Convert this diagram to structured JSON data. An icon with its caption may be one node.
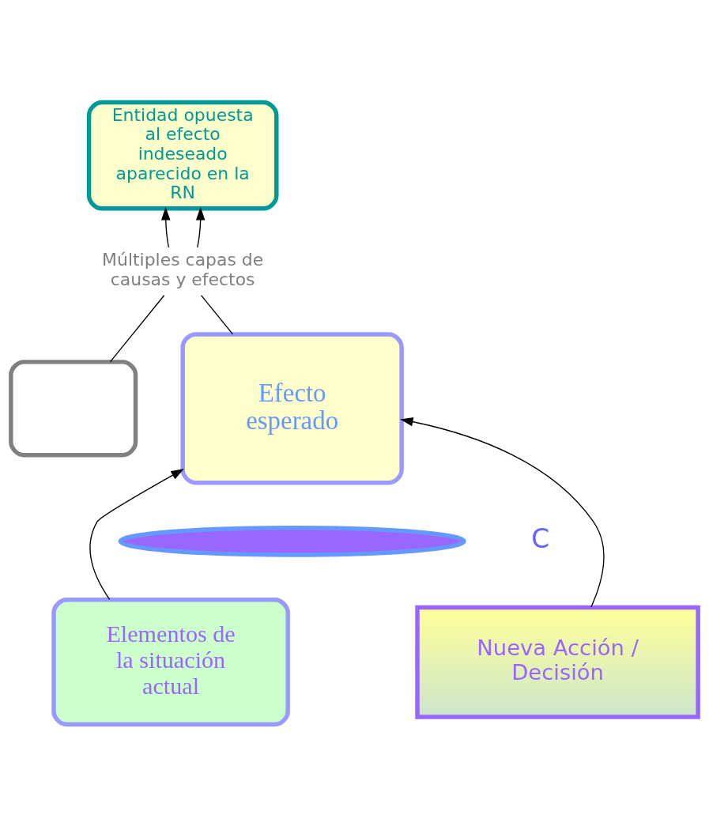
{
  "diagram": {
    "nodes": [
      {
        "text": [
          "Entidad opuesta al efecto indeseado aparecido en la RN"
        ]
      },
      {
        "text": [
          "Múltiples capas de causas y efectos"
        ]
      },
      {
        "text": [],
        "shape": "box"
      },
      {
        "text": [
          "Efecto esperado"
        ]
      },
      {
        "text": [],
        "shape": "ellipse"
      },
      {
        "text": [
          "Elementos de la situación actual"
        ]
      },
      {
        "text": [
          "Nueva Acción / Decisión"
        ]
      }
    ],
    "edges": [
      {
        "from": 2,
        "to": 1,
        "arrow": "none"
      },
      {
        "from": 1,
        "to": 0,
        "arrow": "to"
      },
      {
        "from": 3,
        "to": 1,
        "arrow": "none"
      },
      {
        "from": 1,
        "to": 0,
        "arrow": "to"
      },
      {
        "from": 5,
        "to": 3,
        "arrow": "to"
      },
      {
        "from": 6,
        "to": 3,
        "arrow": "to"
      }
    ],
    "labels": [
      "C"
    ]
  }
}
